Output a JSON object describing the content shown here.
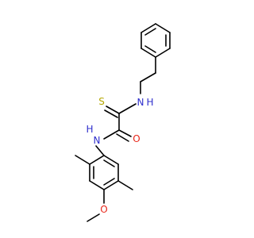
{
  "molecule": {
    "atoms": {
      "S1": {
        "text": "S",
        "color": "#B5A700"
      },
      "N1": {
        "text": "N",
        "color": "#2F2FCC"
      },
      "H1": {
        "text": "H",
        "color": "#2F2FCC"
      },
      "N2": {
        "text": "N",
        "color": "#2F2FCC"
      },
      "H2": {
        "text": "H",
        "color": "#2F2FCC"
      },
      "O1": {
        "text": "O",
        "color": "#E8261A"
      },
      "O2": {
        "text": "O",
        "color": "#E8261A"
      }
    },
    "bond_color": "#000000"
  }
}
